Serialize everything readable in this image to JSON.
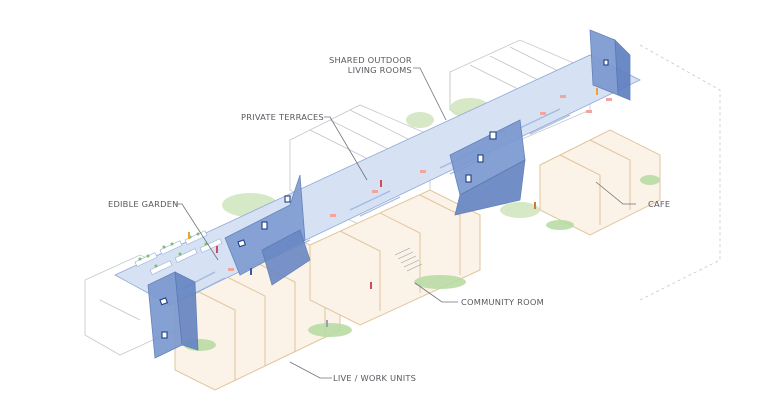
{
  "diagram": {
    "type": "axonometric-section",
    "colors": {
      "background": "#ffffff",
      "facade_blue": "#6f8fc8",
      "facade_blue_light": "#9fb6e0",
      "deck_blue": "#c9d7ee",
      "stripe_blue": "#8ea8d8",
      "outline_gray": "#b9bcc2",
      "timber_tan": "#e6c9a3",
      "timber_fill": "#f6e8d6",
      "greenery": "#a9cf8e",
      "planter_pink": "#f0a39a",
      "label_text": "#55595e",
      "leader_line": "#6e7278"
    },
    "labels": {
      "shared_outdoor": [
        "SHARED OUTDOOR",
        "LIVING ROOMS"
      ],
      "private_terraces": "PRIVATE TERRACES",
      "edible_garden": "EDIBLE GARDEN",
      "cafe": "CAFE",
      "community_room": "COMMUNITY ROOM",
      "live_work_units": "LIVE / WORK UNITS"
    }
  }
}
